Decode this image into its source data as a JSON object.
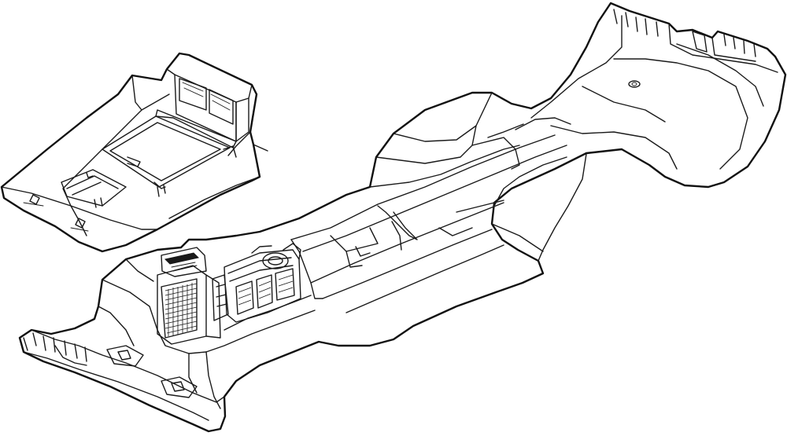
{
  "figure": {
    "parts": [
      {
        "id": "chassis-tub",
        "shown": true
      },
      {
        "id": "front-hood-panel",
        "shown": true
      },
      {
        "id": "radiator",
        "shown": true
      },
      {
        "id": "engine-block",
        "shown": true
      }
    ],
    "colors": {
      "background": "#ffffff",
      "line": "#111111"
    }
  }
}
